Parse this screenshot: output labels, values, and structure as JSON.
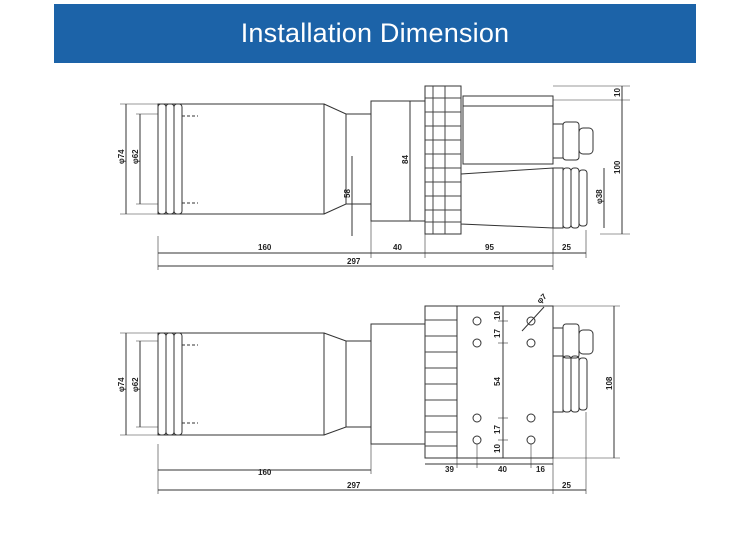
{
  "title": "Installation Dimension",
  "colors": {
    "banner": "#1c63a8",
    "banner_text": "#ffffff",
    "line": "#333333"
  },
  "side_view": {
    "dims": {
      "d74": "φ74",
      "d62": "φ62",
      "h58": "58",
      "h84": "84",
      "l160": "160",
      "l40": "40",
      "l95": "95",
      "l25": "25",
      "l297": "297",
      "h10": "10",
      "h100": "100",
      "d38": "φ38"
    }
  },
  "top_view": {
    "dims": {
      "d74": "φ74",
      "d62": "φ62",
      "l160": "160",
      "l297": "297",
      "l25": "25",
      "l39": "39",
      "l40": "40",
      "l16": "16",
      "v10a": "10",
      "v17a": "17",
      "v54": "54",
      "v17b": "17",
      "v10b": "10",
      "d7": "φ7",
      "h108": "108"
    }
  }
}
